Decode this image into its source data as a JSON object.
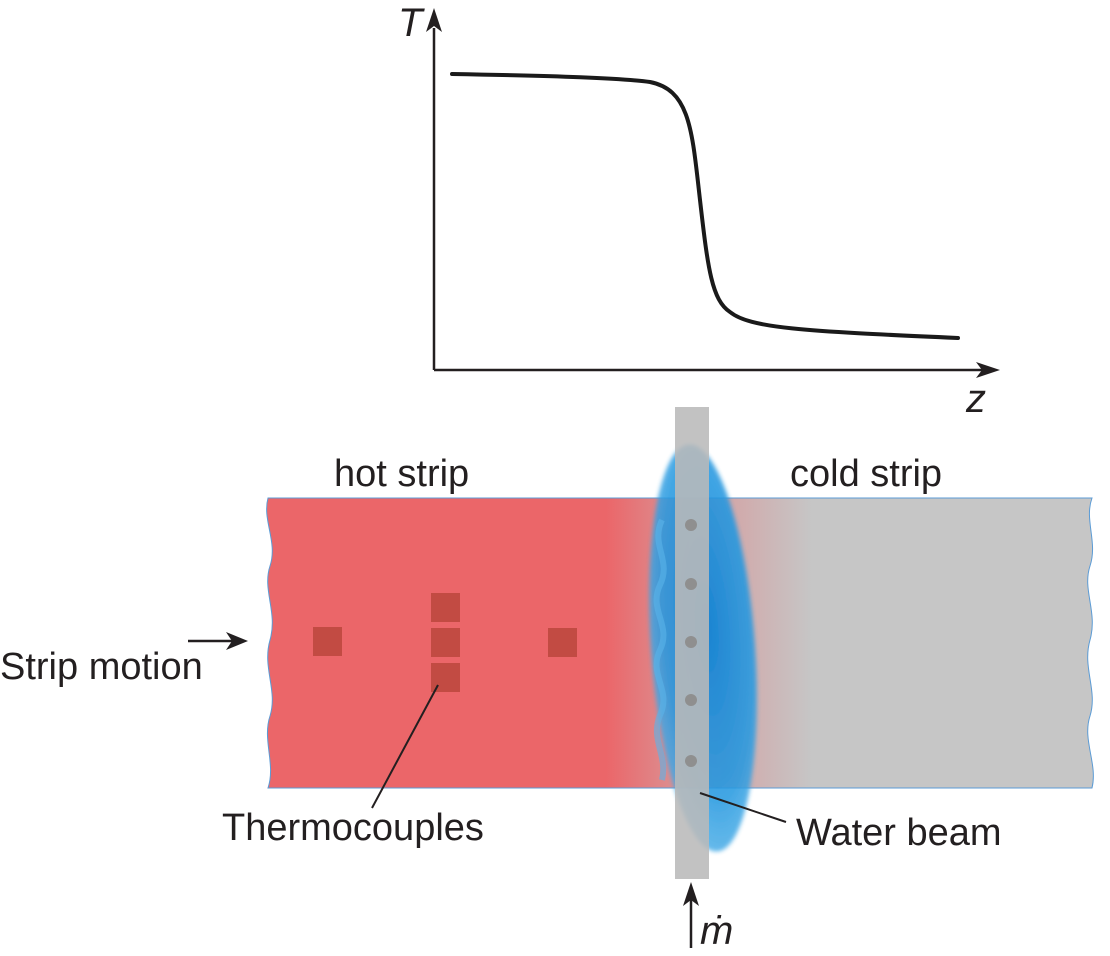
{
  "plot": {
    "y_axis_label": "T",
    "x_axis_label": "z",
    "profile": "step-down"
  },
  "strip": {
    "hot_label": "hot strip",
    "cold_label": "cold strip",
    "hot_color": "#eb6669",
    "cold_color": "#c6c6c6",
    "thermocouple_color": "#c24b43"
  },
  "labels": {
    "strip_motion": "Strip motion",
    "thermocouples": "Thermocouples",
    "water_beam": "Water beam",
    "mass_flow": "ṁ"
  },
  "water": {
    "color": "#1a90dc",
    "nozzle_color": "#b9b9b9",
    "nozzle_count": 5
  }
}
